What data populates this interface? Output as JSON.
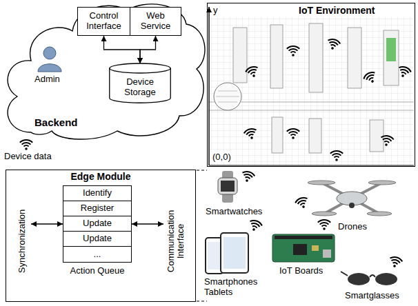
{
  "diagram": {
    "nodes": [
      {
        "text": [
          "Backend"
        ]
      },
      {
        "text": [
          "Control Interface"
        ],
        "in": 0
      },
      {
        "text": [
          "Web Service"
        ],
        "in": 0
      },
      {
        "text": [
          "Device Storage"
        ],
        "in": 0
      },
      {
        "text": [
          "IoT Environment"
        ]
      },
      {
        "text": [
          "Edge Module"
        ]
      },
      {
        "text": [
          "Synchronization"
        ],
        "in": 5
      },
      {
        "text": [
          "Action Queue"
        ],
        "in": 5
      },
      {
        "text": [
          "Identify"
        ],
        "in": 7
      },
      {
        "text": [
          "Register"
        ],
        "in": 7
      },
      {
        "text": [
          "Update"
        ],
        "in": 7
      },
      {
        "text": [
          "Update"
        ],
        "in": 7
      },
      {
        "text": [
          "..."
        ],
        "in": 7
      },
      {
        "text": [
          "Communication Interface"
        ],
        "in": 5
      }
    ],
    "edges": [
      {
        "from": 1,
        "to": 3,
        "arrow": "both"
      },
      {
        "from": 2,
        "to": 3,
        "arrow": "both"
      },
      {
        "from": 6,
        "to": 7,
        "arrow": "both"
      },
      {
        "from": 7,
        "to": 13,
        "arrow": "both"
      }
    ],
    "labels": [
      "Admin",
      "Device data",
      "y",
      "(0,0)",
      "Smartwatches",
      "Drones",
      "IoT Boards",
      "Smartphones Tablets",
      "Smartglasses"
    ]
  }
}
